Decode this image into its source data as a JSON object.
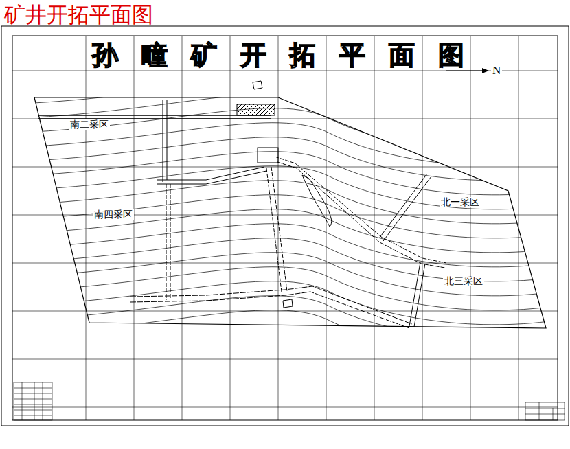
{
  "diagram": {
    "title": "孙疃矿开拓平面图",
    "labels": [
      "矿井开拓平面图",
      "N",
      "南二采区",
      "南四采区",
      "北一采区",
      "北三采区"
    ]
  }
}
